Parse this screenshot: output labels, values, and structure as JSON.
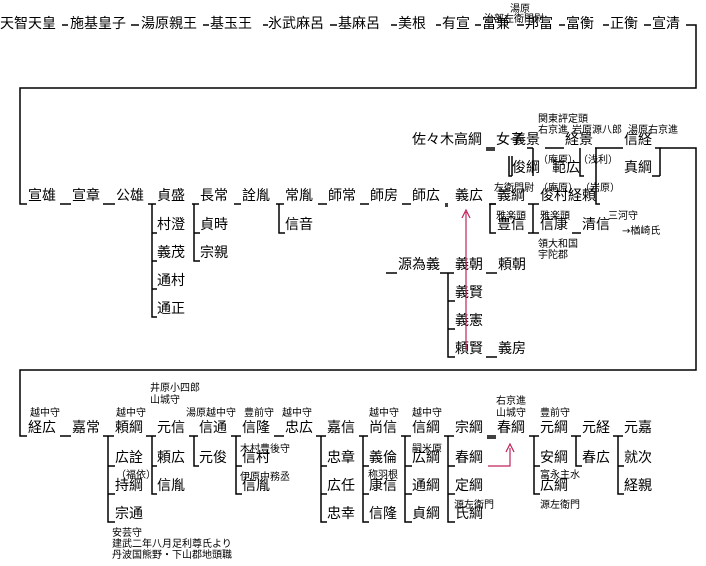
{
  "diagram": {
    "persons": {
      "tenji": "天智天皇",
      "shiki": "施基皇子",
      "yuhara": "湯原親王",
      "motodama": "基玉王",
      "hitake": "氷武麻呂",
      "kimaro": "基麻呂",
      "yoshine": "美根",
      "arinobu": "有宣",
      "tomikane": "富兼",
      "kunitomi": "邦富",
      "tomihira": "富衡",
      "masahira": "正衡",
      "nobukiyo": "宣清",
      "nobuo": "宣雄",
      "nobuaki": "宣章",
      "kimio": "公雄",
      "sadamori": "貞盛",
      "murasumi": "村澄",
      "yoshishige": "義茂",
      "michimura": "通村",
      "michimasa": "通正",
      "nagatsune": "長常",
      "sadatoki": "貞時",
      "munechika": "宗親",
      "nokiyoshi": "詮胤",
      "tsunetane": "常胤",
      "nobuoto": "信音",
      "morotsune": "師常",
      "morofusa": "師房",
      "morohiro": "師広",
      "yoshihiro": "義広",
      "sasaki": "佐々木高綱",
      "onnago": "女子",
      "yoshikage": "義景",
      "tsunakage": "俊綱",
      "yoshitsuna": "義綱",
      "toyonobu": "豊信",
      "tsunekage": "経景",
      "norihiro": "範広",
      "toshimura": "俊村",
      "nobuyasu": "信康",
      "nobutsune": "信経",
      "saneatsu": "真綱",
      "tsuneyori": "経頼",
      "kiyonobu": "清信",
      "tameyoshi": "源為義",
      "yoshitomo": "義朝",
      "yoritomo": "頼朝",
      "yoshikata": "義賢",
      "yoshinori": "義憲",
      "yorikata": "頼賢",
      "yoshifusa": "義房",
      "tsunehiro": "経広",
      "yoshitsune2": "嘉常",
      "yoritsuna": "頼綱",
      "hirotoki": "広詮",
      "mochitsuna": "持綱",
      "munemichi": "宗通",
      "motonobu": "元信",
      "yorihiro": "頼広",
      "nobutane": "信胤",
      "nobumichi": "信通",
      "mototoshi": "元俊",
      "nobutaka": "信隆",
      "nobumura": "信村",
      "nobutane2": "信胤",
      "tadahiro": "忠広",
      "yoshinobu": "嘉信",
      "tadaaki": "忠章",
      "hirotada": "広任",
      "tadayuki": "忠幸",
      "naonobu": "尚信",
      "yoshimichi": "義倫",
      "yasunobu": "康信",
      "nobutaka2": "信隆",
      "nobutsuna": "信綱",
      "hirotsuna": "広綱",
      "michitsuna": "通綱",
      "sadatsuna": "貞綱",
      "munetsuna": "宗綱",
      "harutsuna_a": "春綱",
      "sadatsuna2": "定綱",
      "ujitsuna": "氏綱",
      "harutsuna_b": "春綱",
      "mototsuna": "元綱",
      "yasutsuna": "安綱",
      "hirotsuna2": "広綱",
      "motoyuki": "元経",
      "haruhiro": "春広",
      "motoyoshi": "元嘉",
      "naritsugu": "就次",
      "tsunechika": "経親"
    },
    "notes": {
      "tomikane_note1": "湯原",
      "tomikane_note2": "治部左衛門尉",
      "yoshikage_note1": "関東評定頭",
      "yoshikage_note2": "右京進",
      "tsunekage_note": "岩原源八郎",
      "nobutsune_note": "湯原右京進",
      "tsunakage_note": "（庵原）",
      "norihiro_note": "（浅利）",
      "toshimura_note1": "左衛門尉",
      "toshimura_note2": "（庵原）",
      "tsuneyori_note": "（岩原）",
      "toyonobu_note": "雅楽頭",
      "nobuyasu_note": "雅楽頭",
      "kiyonobu_note": "三河守",
      "kiyonobu_after": "→楢崎氏",
      "nobuyasu_after1": "領大和国",
      "nobuyasu_after2": "宇陀郡",
      "tsunehiro_note": "越中守",
      "yoritsuna_note": "越中守",
      "motonobu_note1": "井原小四郎",
      "motonobu_note2": "山城守",
      "nobumichi_note": "湯原越中守",
      "nobutaka_note": "豊前守",
      "tadahiro_note": "越中守",
      "mochitsuna_note": "（福依）",
      "nobumura_note": "木村豊後守",
      "nobutane2_note": "伊原中務丞",
      "naonobu_note": "越中守",
      "nobutsuna_note": "越中守",
      "yasunobu_note": "称羽根",
      "hirotsuna_note": "嗣米原",
      "ujitsuna_note": "源左衛門",
      "harutsuna_b_note1": "右京進",
      "harutsuna_b_note2": "山城守",
      "mototsuna_note": "豊前守",
      "yasutsuna_note": "富永主水",
      "hirotsuna2_note": "源左衛門",
      "munemichi_note1": "安芸守",
      "munemichi_note2": "建武二年八月足利尊氏より",
      "munemichi_note3": "丹波国熊野・下山郡地頭職"
    },
    "colors": {
      "lines": "#000000",
      "adoption_link": "#c0245c"
    }
  }
}
